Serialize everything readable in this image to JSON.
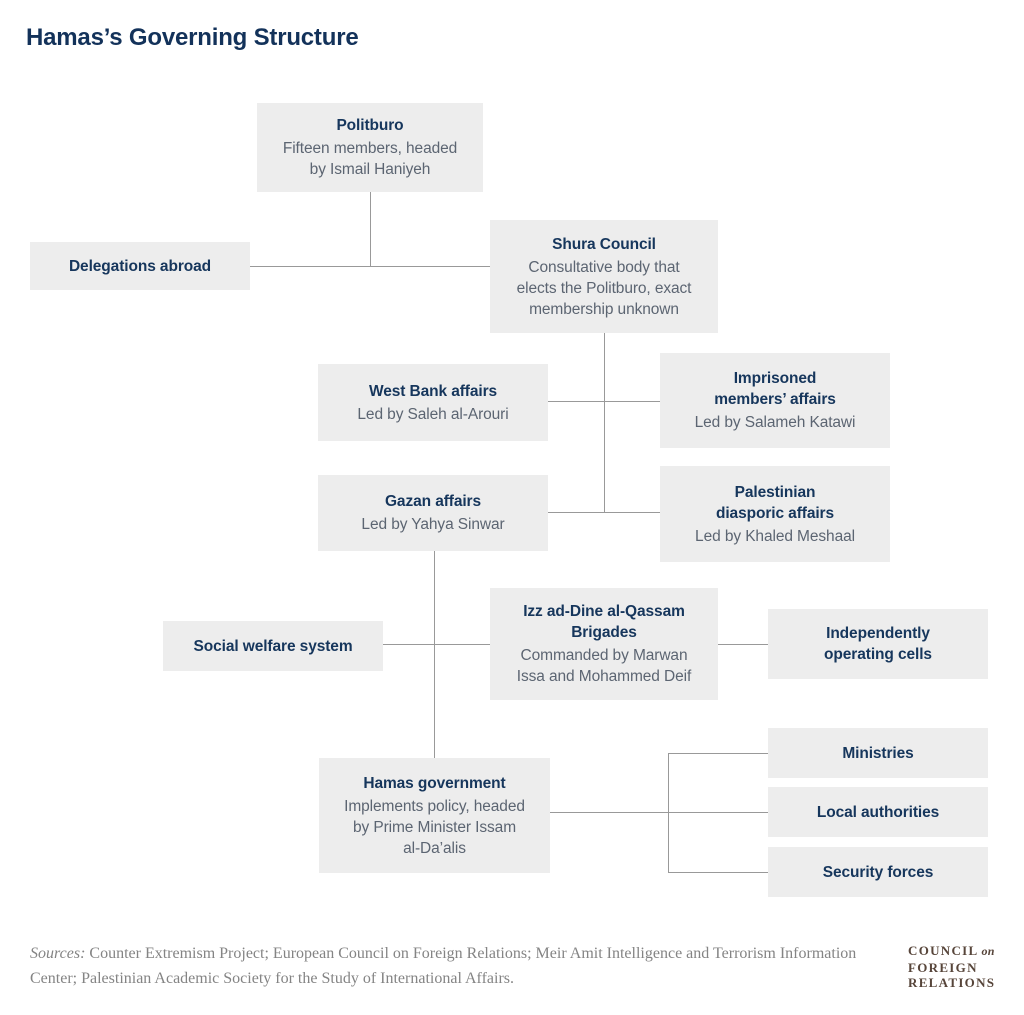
{
  "title": "Hamas’s Governing Structure",
  "nodes": {
    "politburo": {
      "title": "Politburo",
      "body": "Fifteen members, headed\nby Ismail Haniyeh"
    },
    "delegations": {
      "title": "Delegations abroad"
    },
    "shura": {
      "title": "Shura Council",
      "body": "Consultative body that\nelects the Politburo, exact\nmembership unknown"
    },
    "west_bank": {
      "title": "West Bank affairs",
      "body": "Led by Saleh al-Arouri"
    },
    "imprisoned": {
      "title": "Imprisoned\nmembers’ affairs",
      "body": "Led by Salameh Katawi"
    },
    "gazan": {
      "title": "Gazan affairs",
      "body": "Led by Yahya Sinwar"
    },
    "diasporic": {
      "title": "Palestinian\ndiasporic affairs",
      "body": "Led by Khaled Meshaal"
    },
    "social_welfare": {
      "title": "Social welfare system"
    },
    "qassam": {
      "title": "Izz ad-Dine al-Qassam\nBrigades",
      "body": "Commanded by Marwan\nIssa and Mohammed Deif"
    },
    "cells": {
      "title": "Independently\noperating cells"
    },
    "government": {
      "title": "Hamas government",
      "body": "Implements policy, headed\nby Prime Minister Issam\nal-Da’alis"
    },
    "ministries": {
      "title": "Ministries"
    },
    "local_authorities": {
      "title": "Local authorities"
    },
    "security_forces": {
      "title": "Security forces"
    }
  },
  "sources": {
    "label": "Sources:",
    "text": "Counter Extremism Project; European Council on Foreign Relations; Meir Amit Intelligence and Terrorism Information\nCenter; Palestinian Academic Society for the Study of International Affairs."
  },
  "logo": {
    "council": "COUNCIL",
    "on": "on",
    "foreign": "FOREIGN",
    "relations": "RELATIONS"
  },
  "colors": {
    "navy": "#16365C",
    "body_gray": "#5C6572",
    "box_background": "#EDEDED",
    "connector_line": "#999999",
    "sources_gray": "#848484",
    "logo_brown": "#57453A"
  }
}
